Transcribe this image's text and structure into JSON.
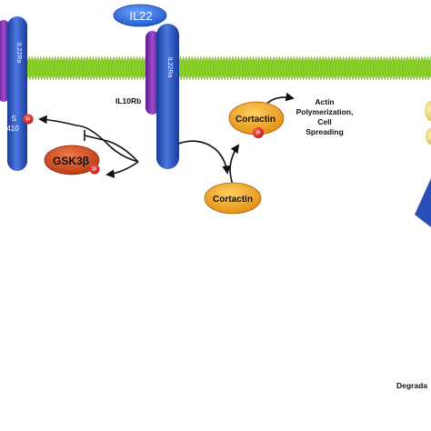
{
  "diagram": {
    "labels": {
      "il22": "IL22",
      "il22ra_left": "IL22Ra",
      "il22ra_center": "IL22Ra",
      "il10rb": "IL10Rb",
      "s410_s": "S",
      "s410_num": "410",
      "p": "P",
      "gsk3b": "GSK3β",
      "cortactin_top": "Cortactin",
      "cortactin_bottom": "Cortactin",
      "actin_line1": "Actin",
      "actin_line2": "Polymerization,",
      "actin_line3": "Cell",
      "actin_line4": "Spreading",
      "degradation": "Degrada"
    },
    "colors": {
      "membrane": "#8fd22a",
      "receptor_blue": "#2a4fb8",
      "receptor_purple": "#7a2aa6",
      "il22_blue": "#2e6fe0",
      "gsk3b_red": "#d84a1e",
      "cortactin_orange": "#f0a020",
      "phospho_red": "#d81a1a",
      "arrow": "#111111",
      "degradation_yellow": "#e8d26a"
    }
  }
}
